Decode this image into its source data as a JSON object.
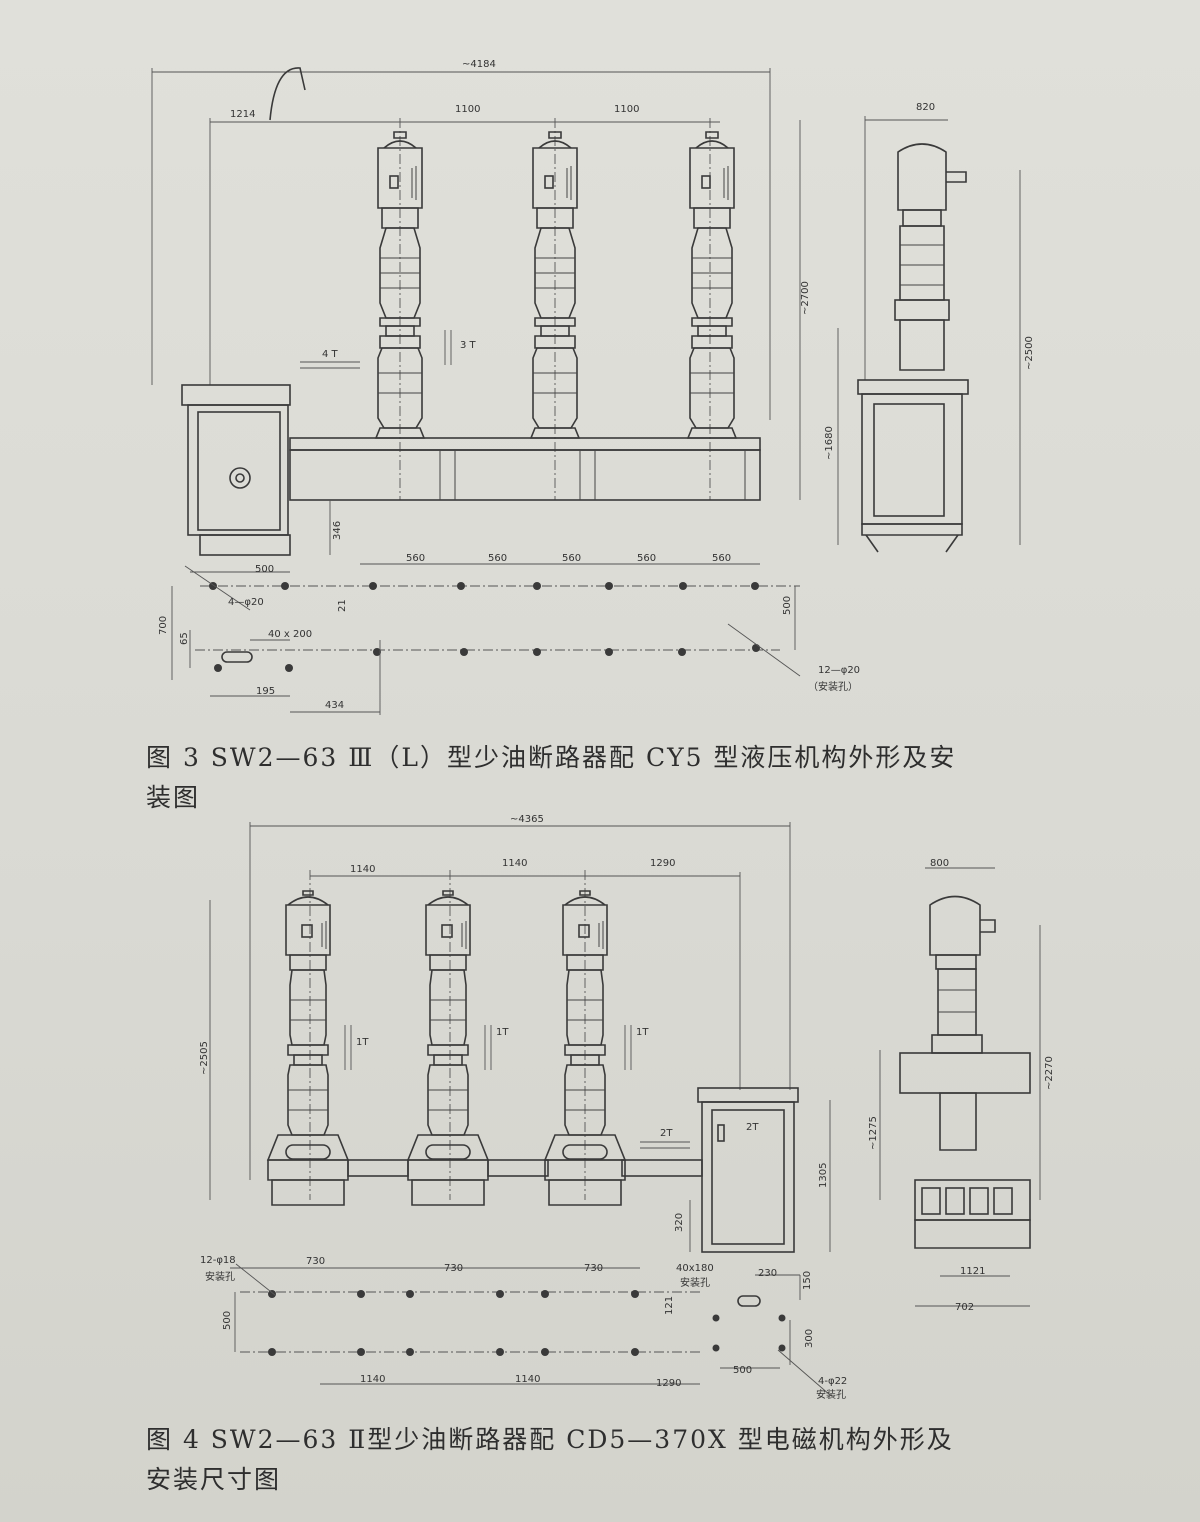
{
  "figure3": {
    "caption_line1": "图 3   SW2—63 Ⅲ（L）型少油断路器配 CY5 型液压机构外形及安",
    "caption_line2": "装图",
    "dims": {
      "overall": "~4184",
      "d1214": "1214",
      "d1100a": "1100",
      "d1100b": "1100",
      "d820": "820",
      "h2700": "~2700",
      "h2500": "~2500",
      "h1680": "~1680",
      "h346": "346",
      "d500": "500",
      "d700": "700",
      "d65": "65",
      "d40x200": "40 x 200",
      "d195": "195",
      "d434": "434",
      "d21": "21",
      "d560_1": "560",
      "d560_2": "560",
      "d560_3": "560",
      "d560_4": "560",
      "d560_5": "560",
      "d500v": "500",
      "holes4": "4—φ20",
      "holes12": "12—φ20",
      "mount": "（安装孔）",
      "load4t": "4 T",
      "load3t": "3 T"
    }
  },
  "figure4": {
    "caption_line1": "图 4   SW2—63 Ⅱ型少油断路器配 CD5—370X 型电磁机构外形及",
    "caption_line2": "安装尺寸图",
    "dims": {
      "overall": "~4365",
      "d1140a": "1140",
      "d1140b": "1140",
      "d1290": "1290",
      "d800": "800",
      "h2505": "~2505",
      "h2270": "~2270",
      "h1275": "~1275",
      "h1305": "1305",
      "h320": "320",
      "holes12": "12-φ18",
      "mount_a": "安装孔",
      "d730a": "730",
      "d730b": "730",
      "d730c": "730",
      "d500": "500",
      "d121": "121",
      "d1140c": "1140",
      "d1140d": "1140",
      "d1290b": "1290",
      "d40x180": "40x180",
      "mount_b": "安装孔",
      "d230": "230",
      "d150": "150",
      "d300": "300",
      "d500b": "500",
      "holes4": "4-φ22",
      "mount_c": "安装孔",
      "d1121": "1121",
      "d702": "702",
      "load2t_a": "2T",
      "load2t_b": "2T",
      "load1t_a": "1T",
      "load1t_b": "1T",
      "load1t_c": "1T"
    }
  }
}
